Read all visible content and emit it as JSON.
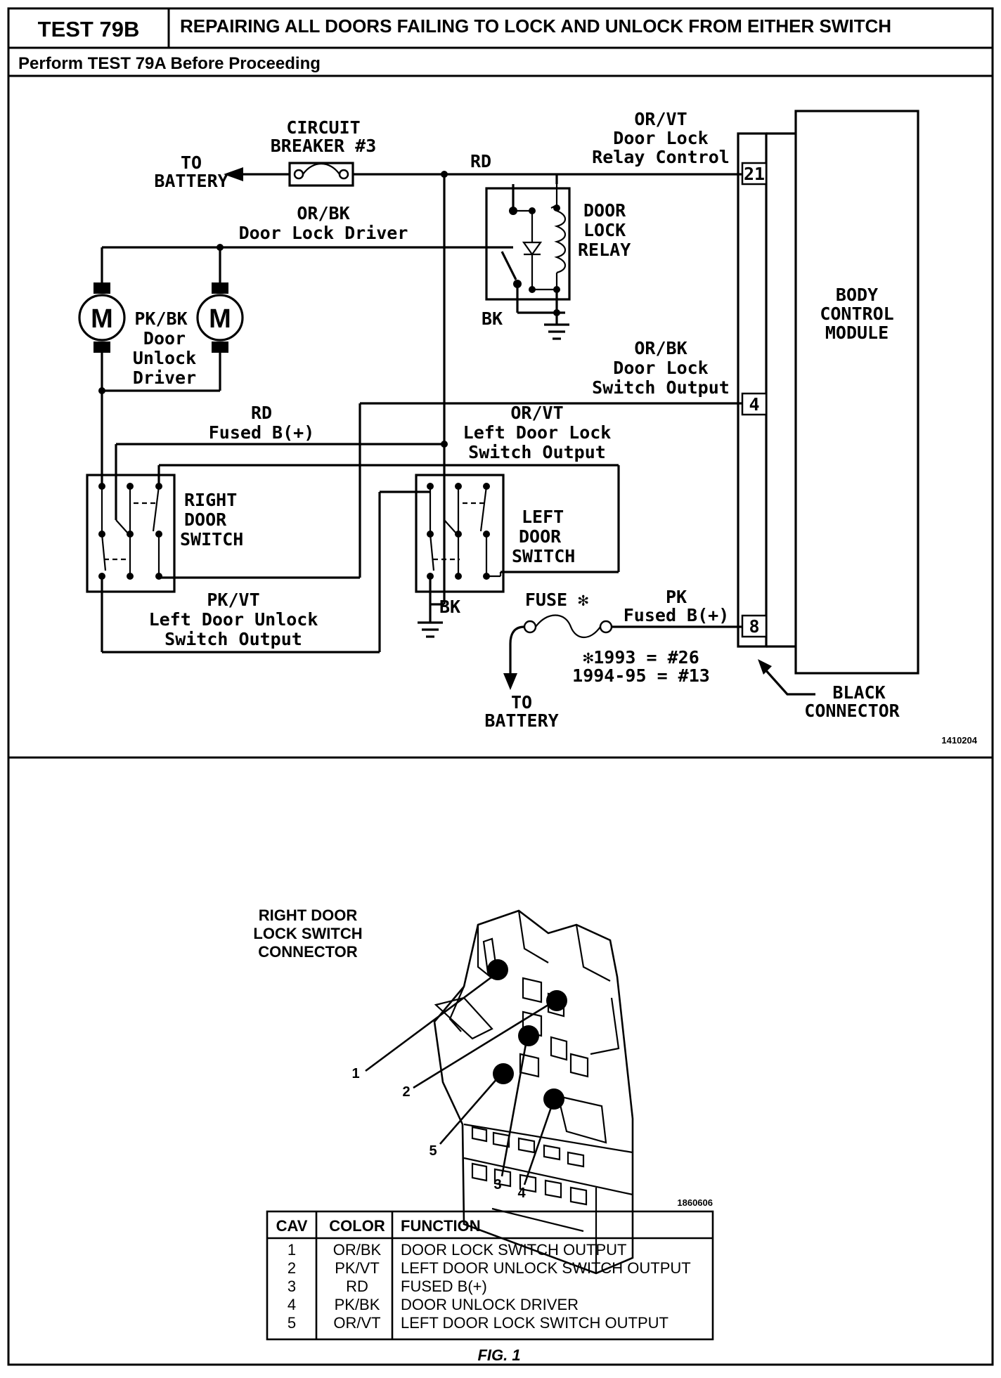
{
  "header": {
    "test_id": "TEST 79B",
    "title": "REPAIRING ALL DOORS FAILING TO LOCK AND UNLOCK FROM EITHER SWITCH",
    "prerequisite": "Perform TEST 79A Before Proceeding"
  },
  "schematic": {
    "to_battery_top": [
      "TO",
      "BATTERY"
    ],
    "circuit_breaker": [
      "CIRCUIT",
      "BREAKER #3"
    ],
    "rd_label": "RD",
    "relay_control": [
      "OR/VT",
      "Door Lock",
      "Relay Control"
    ],
    "lock_driver": [
      "OR/BK",
      "Door Lock Driver"
    ],
    "relay_name": [
      "DOOR",
      "LOCK",
      "RELAY"
    ],
    "bk_relay": "BK",
    "motor_letter": "M",
    "unlock_driver": [
      "PK/BK",
      "Door",
      "Unlock",
      "Driver"
    ],
    "bcm_name": [
      "BODY",
      "CONTROL",
      "MODULE"
    ],
    "lock_switch_output": [
      "OR/BK",
      "Door Lock",
      "Switch Output"
    ],
    "fused_b_rd": [
      "RD",
      "Fused B(+)"
    ],
    "left_lock_output": [
      "OR/VT",
      "Left Door Lock",
      "Switch Output"
    ],
    "right_switch": [
      "RIGHT",
      "DOOR",
      "SWITCH"
    ],
    "left_switch": [
      "LEFT",
      "DOOR",
      "SWITCH"
    ],
    "left_unlock_output": [
      "PK/VT",
      "Left Door Unlock",
      "Switch Output"
    ],
    "bk_left": "BK",
    "fuse": "FUSE ✻",
    "pk_fused": [
      "PK",
      "Fused B(+)"
    ],
    "fuse_years": [
      "✻1993 = #26",
      "1994-95 = #13"
    ],
    "to_battery_bottom": [
      "TO",
      "BATTERY"
    ],
    "black_connector": [
      "BLACK",
      "CONNECTOR"
    ],
    "pins": [
      "21",
      "4",
      "8"
    ],
    "figure_id": "1410204"
  },
  "connector": {
    "title": [
      "RIGHT DOOR",
      "LOCK SWITCH",
      "CONNECTOR"
    ],
    "callouts": [
      "1",
      "2",
      "5",
      "3",
      "4"
    ],
    "figure_id": "1860606"
  },
  "table": {
    "headers": [
      "CAV",
      "COLOR",
      "FUNCTION"
    ],
    "rows": [
      [
        "1",
        "OR/BK",
        "DOOR LOCK SWITCH OUTPUT"
      ],
      [
        "2",
        "PK/VT",
        "LEFT DOOR UNLOCK SWITCH OUTPUT"
      ],
      [
        "3",
        "RD",
        "FUSED B(+)"
      ],
      [
        "4",
        "PK/BK",
        "DOOR UNLOCK DRIVER"
      ],
      [
        "5",
        "OR/VT",
        "LEFT DOOR LOCK SWITCH OUTPUT"
      ]
    ]
  },
  "fig_caption": "FIG. 1"
}
